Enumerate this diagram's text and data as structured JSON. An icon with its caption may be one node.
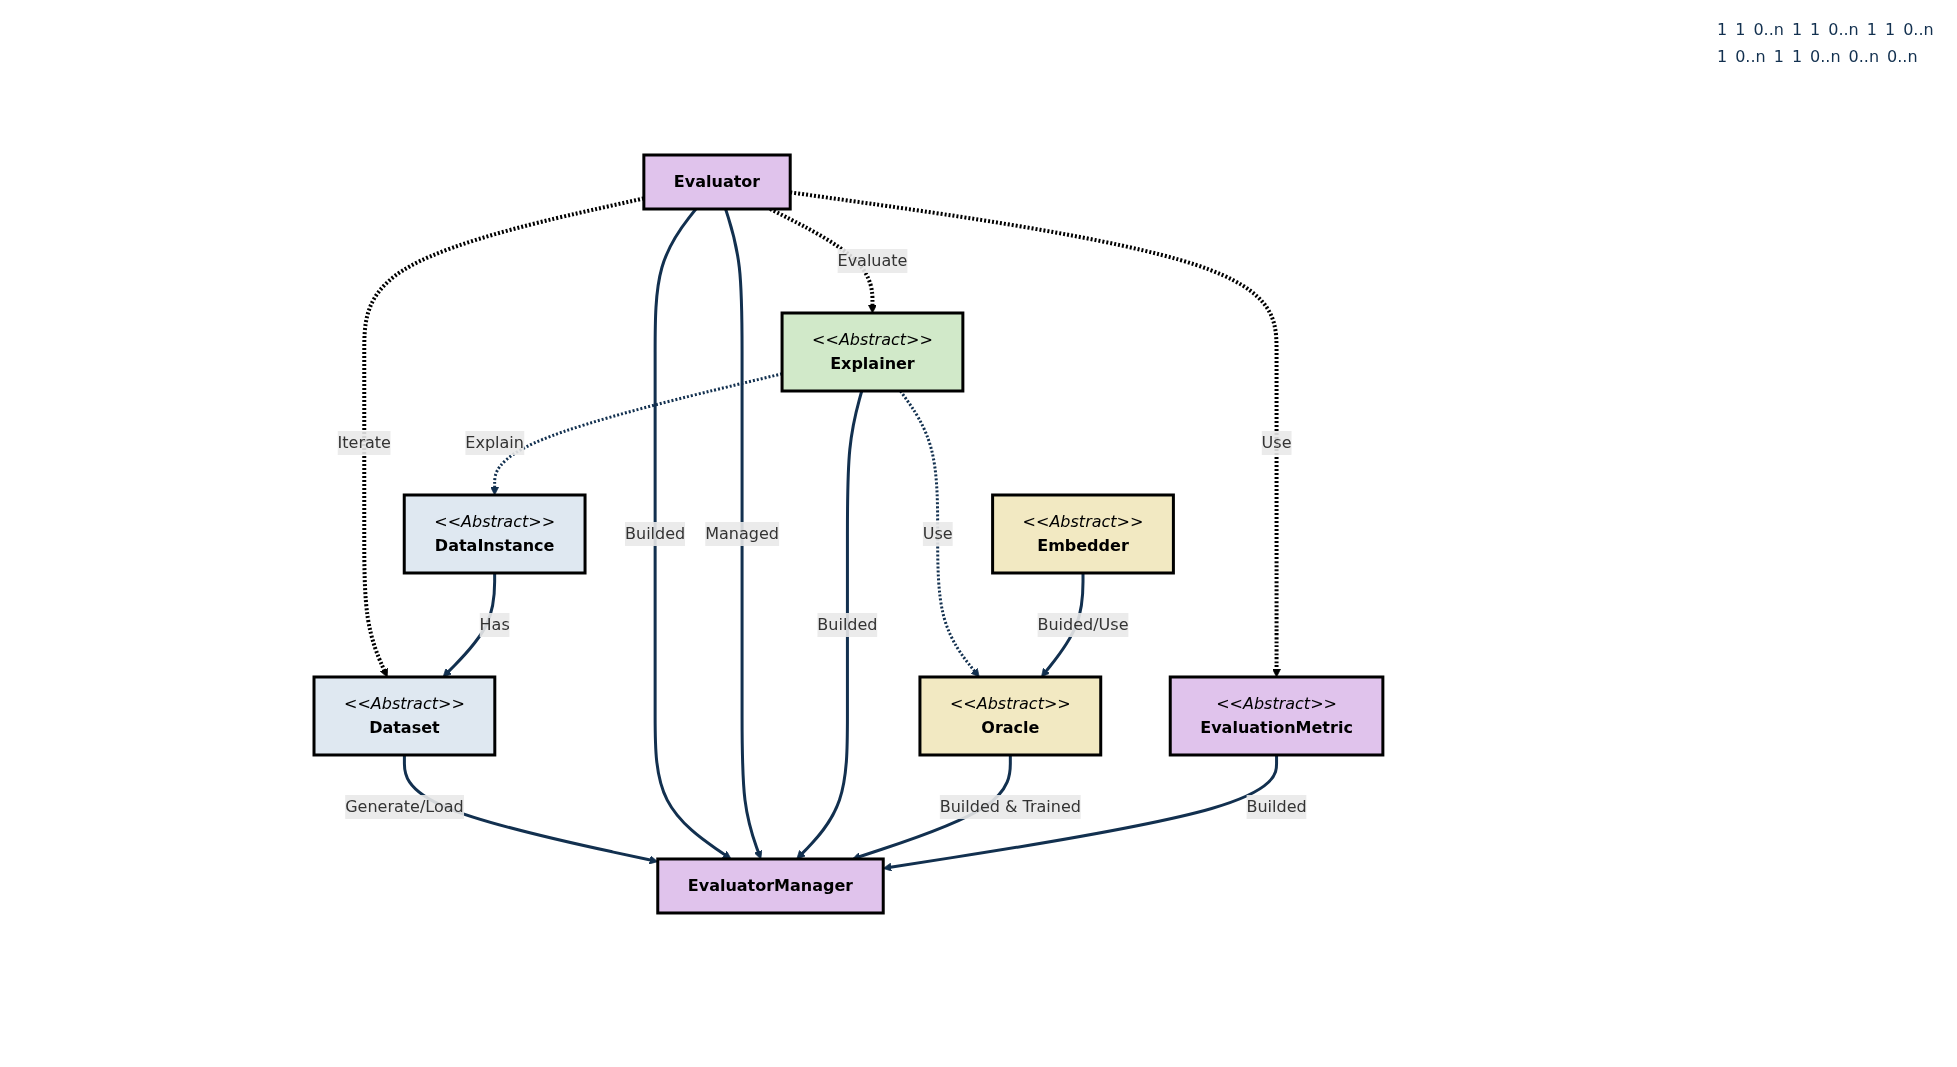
{
  "diagram": {
    "nodes": [
      {
        "text": [
          "EvaluatorManager"
        ]
      },
      {
        "text": [
          "Evaluator"
        ]
      },
      {
        "text": [
          "<<Abstract>>",
          "Embedder"
        ]
      },
      {
        "text": [
          "<<Abstract>>",
          "DataInstance"
        ]
      },
      {
        "text": [
          "<<Abstract>>",
          "Dataset"
        ]
      },
      {
        "text": [
          "<<Abstract>>",
          "Oracle"
        ]
      },
      {
        "text": [
          "<<Abstract>>",
          "Explainer"
        ]
      },
      {
        "text": [
          "<<Abstract>>",
          "EvaluationMetric"
        ]
      }
    ],
    "edges": [
      {
        "from": 4,
        "to": 0,
        "arrow": "to",
        "label": "Generate/Load"
      },
      {
        "from": 1,
        "to": 0,
        "arrow": "to",
        "label": "Builded"
      },
      {
        "from": 1,
        "to": 0,
        "arrow": "to",
        "label": "Managed"
      },
      {
        "from": 6,
        "to": 0,
        "arrow": "to",
        "label": "Builded"
      },
      {
        "from": 5,
        "to": 0,
        "arrow": "to",
        "label": "Builded & Trained"
      },
      {
        "from": 7,
        "to": 0,
        "arrow": "to",
        "label": "Builded"
      },
      {
        "from": 1,
        "to": 4,
        "arrow": "to",
        "label": "Iterate",
        "style": "dashed",
        "color": "#000000"
      },
      {
        "from": 1,
        "to": 6,
        "arrow": "to",
        "label": "Evaluate",
        "style": "dashed",
        "color": "#000000"
      },
      {
        "from": 1,
        "to": 7,
        "arrow": "to",
        "label": "Use",
        "style": "dashed",
        "color": "#000000"
      },
      {
        "from": 3,
        "to": 4,
        "arrow": "to",
        "label": "Has"
      },
      {
        "from": 6,
        "to": 3,
        "arrow": "to",
        "label": "Explain",
        "style": "dashed"
      },
      {
        "from": 6,
        "to": 5,
        "arrow": "to",
        "label": "Use",
        "style": "dashed"
      },
      {
        "from": 2,
        "to": 5,
        "arrow": "to",
        "label": "Buided/Use"
      }
    ],
    "labels": [
      "1",
      "1",
      "0..n",
      "1",
      "1",
      "0..n",
      "1",
      "1",
      "0..n",
      "1",
      "0..n",
      "1",
      "1",
      "0..n",
      "0..n",
      "0..n"
    ]
  }
}
